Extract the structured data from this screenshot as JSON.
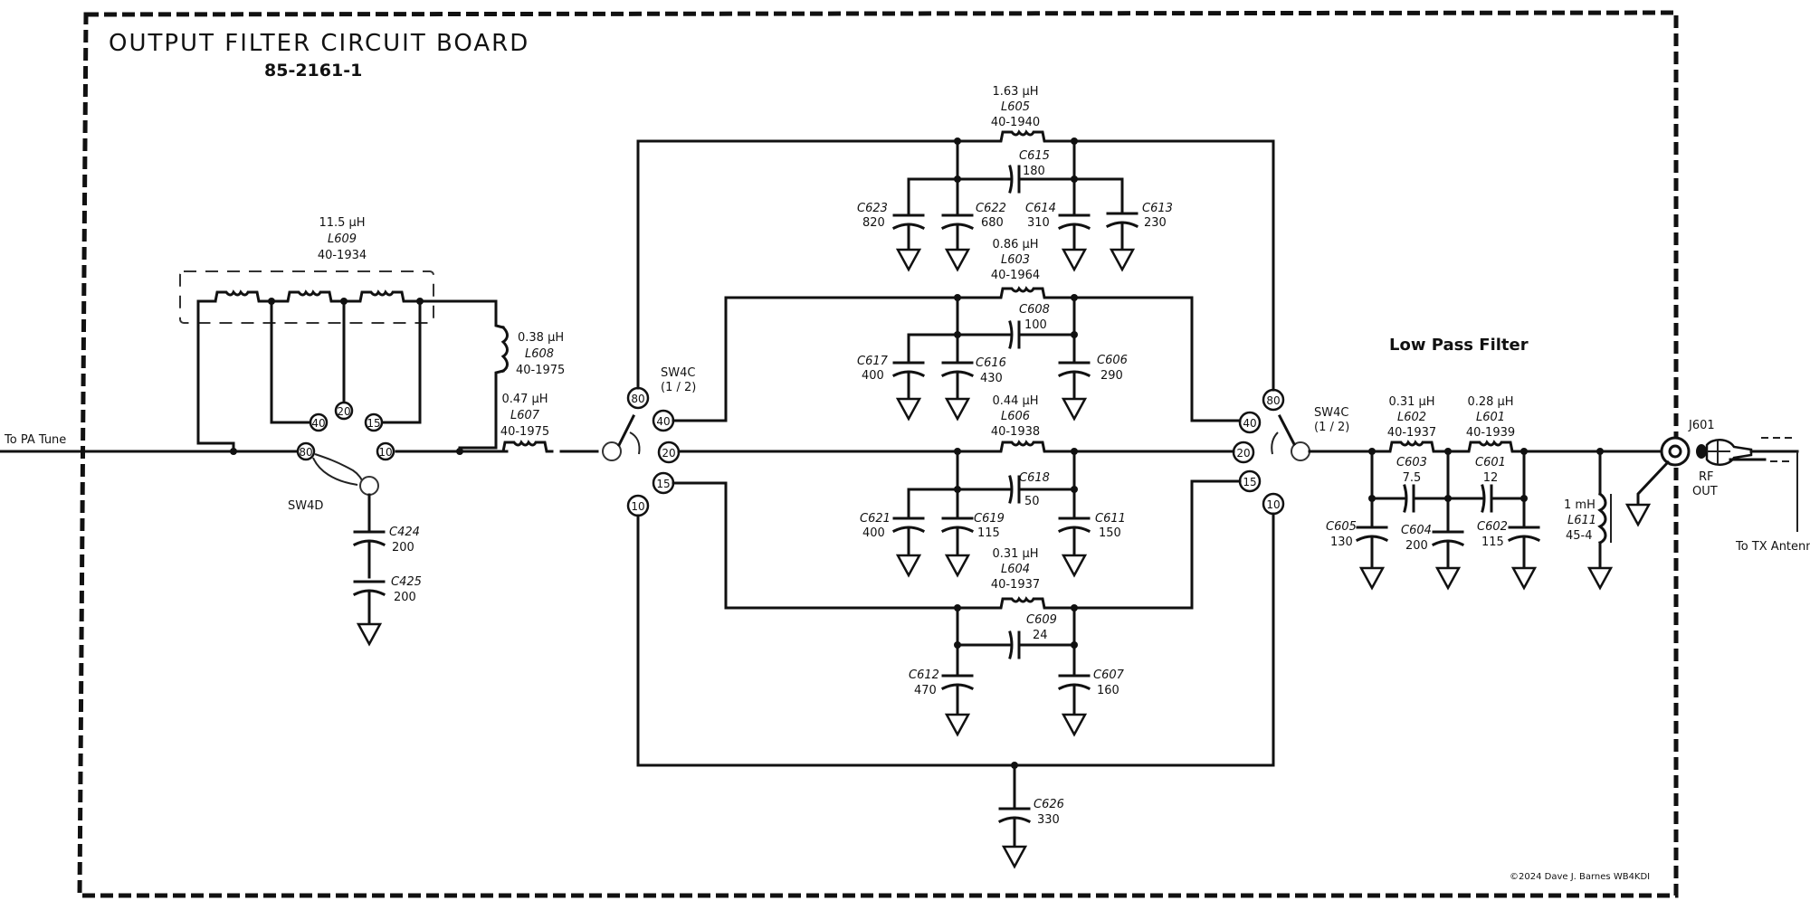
{
  "title": "OUTPUT FILTER CIRCUIT BOARD",
  "part_number": "85-2161-1",
  "section_label": "Low Pass Filter",
  "copyright": "©2024  Dave J. Barnes  WB4KDI",
  "io": {
    "input": "To PA Tune",
    "output": "To TX Antenna",
    "connector": "J601",
    "connector_label_1": "RF",
    "connector_label_2": "OUT"
  },
  "switches": {
    "sw4d": "SW4D",
    "sw4c_left": {
      "name": "SW4C",
      "sub": "(1 / 2)"
    },
    "sw4c_right": {
      "name": "SW4C",
      "sub": "(1 / 2)"
    },
    "bands": [
      "80",
      "40",
      "20",
      "15",
      "10"
    ]
  },
  "inductors": {
    "L609": {
      "value": "11.5 µH",
      "ref": "L609",
      "part": "40-1934"
    },
    "L608": {
      "value": "0.38 µH",
      "ref": "L608",
      "part": "40-1975"
    },
    "L607": {
      "value": "0.47 µH",
      "ref": "L607",
      "part": "40-1975"
    },
    "L605": {
      "value": "1.63 µH",
      "ref": "L605",
      "part": "40-1940"
    },
    "L603": {
      "value": "0.86 µH",
      "ref": "L603",
      "part": "40-1964"
    },
    "L606": {
      "value": "0.44 µH",
      "ref": "L606",
      "part": "40-1938"
    },
    "L604": {
      "value": "0.31 µH",
      "ref": "L604",
      "part": "40-1937"
    },
    "L602": {
      "value": "0.31 µH",
      "ref": "L602",
      "part": "40-1937"
    },
    "L601": {
      "value": "0.28 µH",
      "ref": "L601",
      "part": "40-1939"
    },
    "L611": {
      "value": "1 mH",
      "ref": "L611",
      "part": "45-4"
    }
  },
  "capacitors": {
    "C424": {
      "ref": "C424",
      "value": "200"
    },
    "C425": {
      "ref": "C425",
      "value": "200"
    },
    "C623": {
      "ref": "C623",
      "value": "820"
    },
    "C622": {
      "ref": "C622",
      "value": "680"
    },
    "C615": {
      "ref": "C615",
      "value": "180"
    },
    "C614": {
      "ref": "C614",
      "value": "310"
    },
    "C613": {
      "ref": "C613",
      "value": "230"
    },
    "C617": {
      "ref": "C617",
      "value": "400"
    },
    "C616": {
      "ref": "C616",
      "value": "430"
    },
    "C608": {
      "ref": "C608",
      "value": "100"
    },
    "C606": {
      "ref": "C606",
      "value": "290"
    },
    "C621": {
      "ref": "C621",
      "value": "400"
    },
    "C619": {
      "ref": "C619",
      "value": "115"
    },
    "C618": {
      "ref": "C618",
      "value": "50"
    },
    "C611": {
      "ref": "C611",
      "value": "150"
    },
    "C609": {
      "ref": "C609",
      "value": "24"
    },
    "C612": {
      "ref": "C612",
      "value": "470"
    },
    "C607": {
      "ref": "C607",
      "value": "160"
    },
    "C626": {
      "ref": "C626",
      "value": "330"
    },
    "C605": {
      "ref": "C605",
      "value": "130"
    },
    "C603": {
      "ref": "C603",
      "value": "7.5"
    },
    "C604": {
      "ref": "C604",
      "value": "200"
    },
    "C601": {
      "ref": "C601",
      "value": "12"
    },
    "C602": {
      "ref": "C602",
      "value": "115"
    }
  }
}
